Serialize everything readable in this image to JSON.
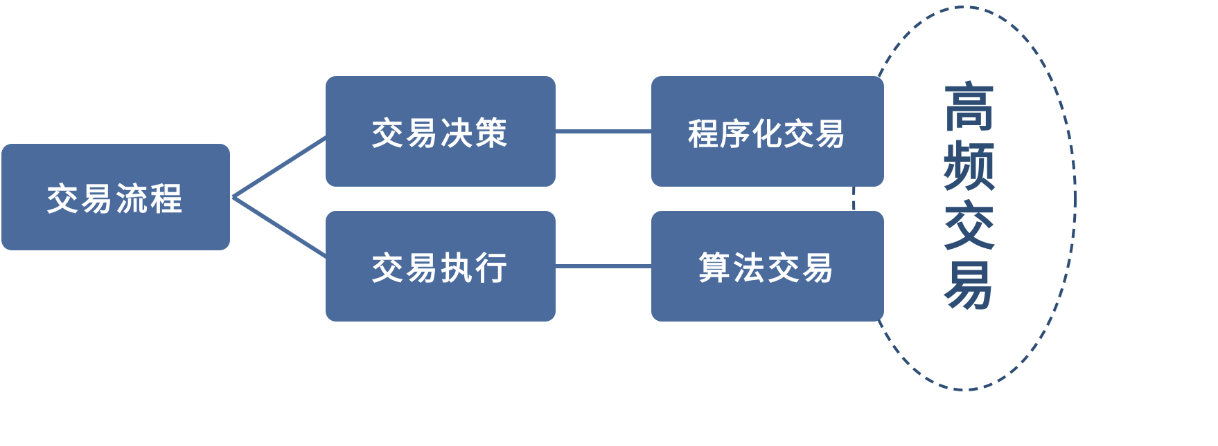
{
  "diagram": {
    "title": "trading-process-flow",
    "root": {
      "label": "交易流程"
    },
    "branches": [
      {
        "label": "交易决策"
      },
      {
        "label": "交易执行"
      }
    ],
    "leaves": [
      {
        "label": "程序化交易"
      },
      {
        "label": "算法交易"
      }
    ],
    "ellipse": {
      "label": "高频交易"
    }
  },
  "colors": {
    "box_fill": "#4a6b9c",
    "box_text": "#ffffff",
    "connector": "#4a6b9c",
    "ellipse_stroke": "#2e4d74",
    "ellipse_text": "#2e4d74",
    "background": "#ffffff"
  }
}
